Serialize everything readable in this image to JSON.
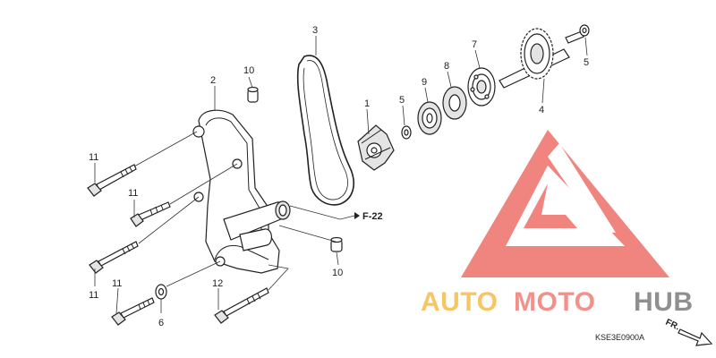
{
  "diagram": {
    "callouts": {
      "c1": "1",
      "c2": "2",
      "c3": "3",
      "c4": "4",
      "c5a": "5",
      "c5b": "5",
      "c6": "6",
      "c7": "7",
      "c8": "8",
      "c9": "9",
      "c10a": "10",
      "c10b": "10",
      "c11a": "11",
      "c11b": "11",
      "c11c": "11",
      "c11d": "11",
      "c12": "12"
    },
    "reference": "F-22",
    "diagram_code": "KSE3E0900A",
    "direction_label": "FR."
  },
  "watermark": {
    "auto": "AUTO",
    "moto": "MOTO",
    "hub": "HUB",
    "colors": {
      "triangle": "#f07f7a",
      "auto": "#f7c35c",
      "moto": "#f48b86",
      "hub": "#8a8a8a"
    }
  }
}
